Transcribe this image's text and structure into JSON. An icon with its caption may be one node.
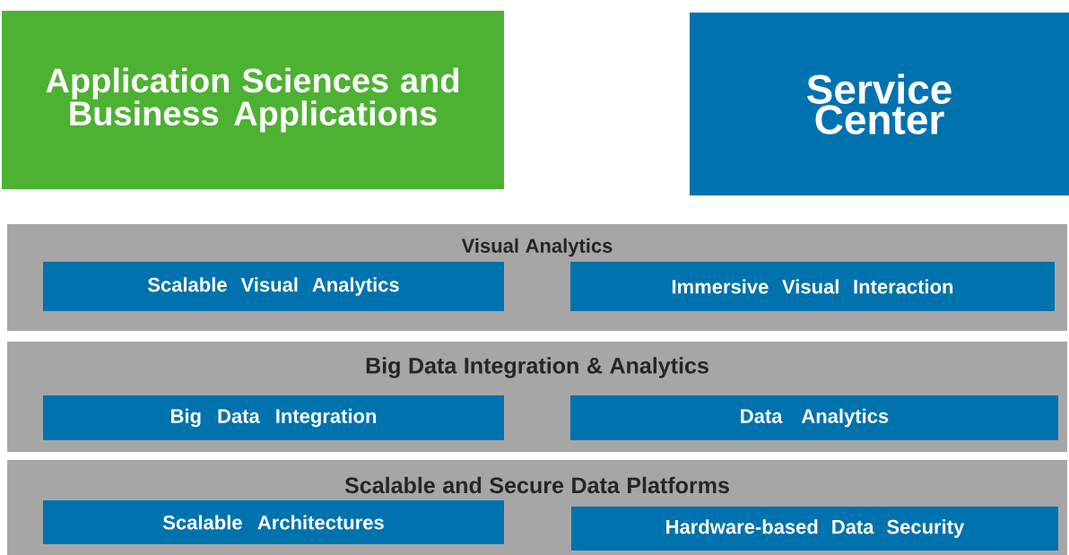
{
  "diagram": {
    "nodes": [
      {
        "text": [
          "Application Sciences and Business Applications"
        ]
      },
      {
        "text": [
          "Service Center"
        ]
      },
      {
        "text": [
          "Visual Analytics"
        ]
      },
      {
        "text": [
          "Scalable Visual Analytics"
        ],
        "in": 2
      },
      {
        "text": [
          "Immersive Visual Interaction"
        ],
        "in": 2
      },
      {
        "text": [
          "Big Data Integration & Analytics"
        ]
      },
      {
        "text": [
          "Big Data Integration"
        ],
        "in": 5
      },
      {
        "text": [
          "Data Analytics"
        ],
        "in": 5
      },
      {
        "text": [
          "Scalable and Secure Data Platforms"
        ]
      },
      {
        "text": [
          "Scalable Architectures"
        ],
        "in": 8
      },
      {
        "text": [
          "Hardware-based Data Security"
        ],
        "in": 8
      }
    ]
  }
}
